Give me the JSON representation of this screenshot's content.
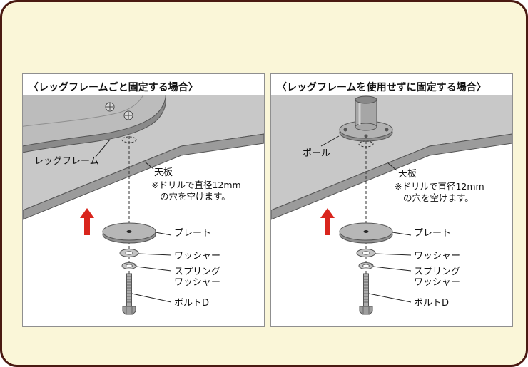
{
  "canvas": {
    "background_color": "#faf6d8",
    "border_color": "#4a1a12",
    "arrow_color": "#d9251d"
  },
  "panels": [
    {
      "id": "fix-with-leg-frame",
      "title": "〈レッグフレームごと固定する場合〉",
      "object_label": "レッグフレーム",
      "tabletop_label": "天板",
      "drill_note_line1": "※ドリルで直径12mm",
      "drill_note_line2": "の穴を空けます。",
      "plate_label": "プレート",
      "washer_label": "ワッシャー",
      "spring_washer_label_line1": "スプリング",
      "spring_washer_label_line2": "ワッシャー",
      "bolt_label": "ボルトD"
    },
    {
      "id": "fix-without-leg-frame",
      "title": "〈レッグフレームを使用せずに固定する場合〉",
      "object_label": "ポール",
      "tabletop_label": "天板",
      "drill_note_line1": "※ドリルで直径12mm",
      "drill_note_line2": "の穴を空けます。",
      "plate_label": "プレート",
      "washer_label": "ワッシャー",
      "spring_washer_label_line1": "スプリング",
      "spring_washer_label_line2": "ワッシャー",
      "bolt_label": "ボルトD"
    }
  ]
}
